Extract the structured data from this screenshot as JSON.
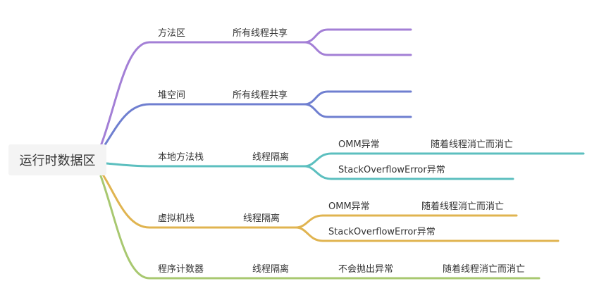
{
  "root": {
    "label": "运行时数据区"
  },
  "branches": [
    {
      "label": "方法区",
      "color": "#a37fd6",
      "child": "所有线程共享",
      "leaves": [
        "",
        ""
      ]
    },
    {
      "label": "堆空间",
      "color": "#6f7fd0",
      "child": "所有线程共享",
      "leaves": [
        "",
        ""
      ]
    },
    {
      "label": "本地方法栈",
      "color": "#5cbfbf",
      "child": "线程隔离",
      "leaves": [
        {
          "label": "OMM异常",
          "child": "随着线程消亡而消亡"
        },
        {
          "label": "StackOverflowError异常"
        }
      ]
    },
    {
      "label": "虚拟机栈",
      "color": "#e0b450",
      "child": "线程隔离",
      "leaves": [
        {
          "label": "OMM异常",
          "child": "随着线程消亡而消亡"
        },
        {
          "label": "StackOverflowError异常"
        }
      ]
    },
    {
      "label": "程序计数器",
      "color": "#a8c870",
      "child": "线程隔离",
      "leaves": [
        {
          "label": "不会抛出异常",
          "child": "随着线程消亡而消亡"
        }
      ]
    }
  ]
}
